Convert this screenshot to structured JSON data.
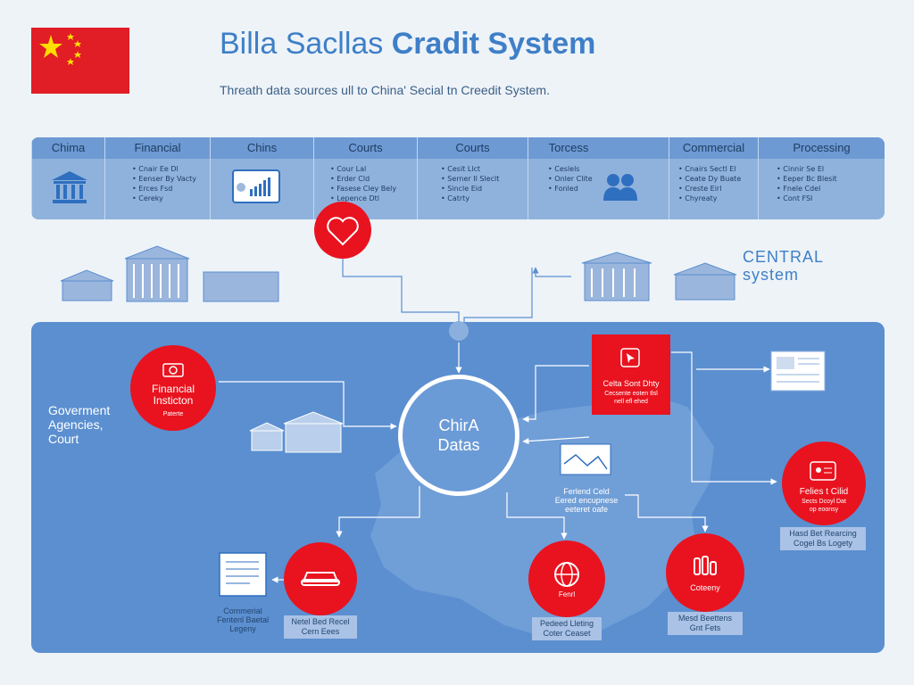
{
  "header": {
    "title_light": "Billa Sacllas ",
    "title_bold": "Cradit System",
    "subtitle": "Threath data sources ull to China' Secial tn Creedit System."
  },
  "top_columns": [
    {
      "title": "Chima",
      "items": []
    },
    {
      "title": "Financial",
      "items": [
        "Cnair Ee Dl",
        "Eenser By Vacty",
        "Erces Fsd",
        "Cereky"
      ]
    },
    {
      "title": "Chins",
      "items": []
    },
    {
      "title": "Courts",
      "items": [
        "Cour Lal",
        "Erder Cld",
        "Fasese Cley Bely",
        "Lepence Dtl"
      ]
    },
    {
      "title": "Courts",
      "items": [
        "Cesit Llct",
        "Serner Il Sleclt",
        "Sincle Eid",
        "Catrty"
      ]
    },
    {
      "title": "Torcess",
      "items": [
        "Ceslels",
        "Onler Clite",
        "Fonled"
      ]
    },
    {
      "title": "Commercial",
      "items": [
        "Cnairs Sectl El",
        "Ceate Dy Buate",
        "Creste Eirl",
        "Chyreaty"
      ]
    },
    {
      "title": "Processing",
      "items": [
        "Cinnir Se El",
        "Eeper Bc Blesit",
        "Fnele Cdel",
        "Cont FSI"
      ]
    }
  ],
  "central_label": [
    "CENTRAL",
    "system"
  ],
  "hub": [
    "ChirA",
    "Datas"
  ],
  "side_label": [
    "Goverment",
    "Agencies,",
    "Court"
  ],
  "nodes": {
    "financial": {
      "title": [
        "Financial",
        "Insticton"
      ],
      "sub": "Paterte"
    },
    "social": {
      "title": "Celta Sont Dhty",
      "sub": [
        "Cecsente eoten tlsl",
        "nell efl ehed"
      ]
    },
    "fields": {
      "title": "Felies t Cilid",
      "sub": [
        "Sects Dcoyl Dat",
        "op eoonsy"
      ]
    },
    "commercial": {
      "title": "",
      "caption": [
        "Commerial",
        "Fentenl Baetal",
        "Legeny"
      ],
      "tag": [
        "Netel Bed Recel",
        "Cern Eees"
      ]
    },
    "globe": {
      "title": "Fenrl",
      "tag": [
        "Pedeed Lleting",
        "Coter Ceaset"
      ]
    },
    "category": {
      "title": "Coteeny",
      "tag": [
        "Mesd Beettens",
        "Gnt Fets"
      ]
    }
  },
  "labels": {
    "federal": [
      "Ferlend Celd",
      "Eered encupnese",
      "eeteret oafe"
    ],
    "fields_tag": [
      "Hasd Bet Rearcing",
      "Cogel Bs Logety"
    ]
  },
  "colors": {
    "accent": "#3e7fc7",
    "panel": "#5b8fd0",
    "red": "#e8131f",
    "topbar": "#8fb2dd"
  }
}
